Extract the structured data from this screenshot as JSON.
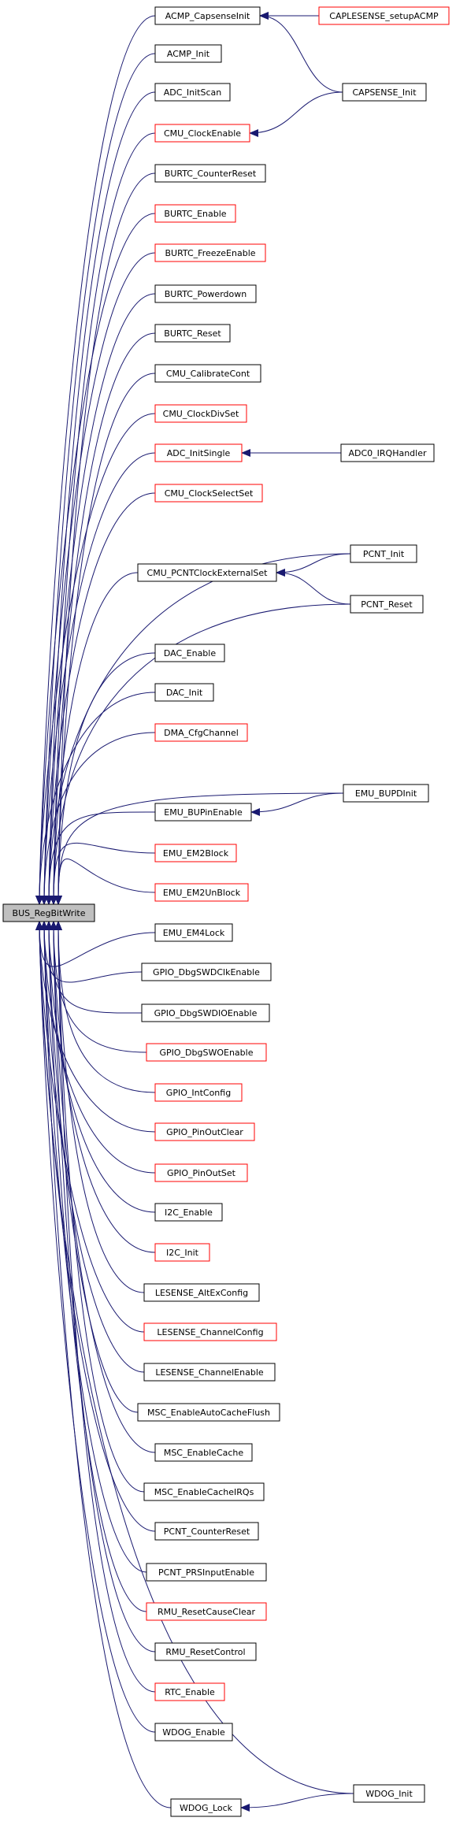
{
  "root": {
    "label": "BUS_RegBitWrite",
    "fill": "#bfbfbf"
  },
  "colors": {
    "edge": "#191970",
    "linked_border": "#000000",
    "unlinked_border": "#ff0000"
  },
  "nodes": [
    {
      "id": "acmp_capsenseinit",
      "label": "ACMP_CapsenseInit",
      "border": "black"
    },
    {
      "id": "acmp_init",
      "label": "ACMP_Init",
      "border": "black"
    },
    {
      "id": "adc_initscan",
      "label": "ADC_InitScan",
      "border": "black"
    },
    {
      "id": "cmu_clockenable",
      "label": "CMU_ClockEnable",
      "border": "red"
    },
    {
      "id": "burtc_counterreset",
      "label": "BURTC_CounterReset",
      "border": "black"
    },
    {
      "id": "burtc_enable",
      "label": "BURTC_Enable",
      "border": "red"
    },
    {
      "id": "burtc_freezeenable",
      "label": "BURTC_FreezeEnable",
      "border": "red"
    },
    {
      "id": "burtc_powerdown",
      "label": "BURTC_Powerdown",
      "border": "black"
    },
    {
      "id": "burtc_reset",
      "label": "BURTC_Reset",
      "border": "black"
    },
    {
      "id": "cmu_calibratecont",
      "label": "CMU_CalibrateCont",
      "border": "black"
    },
    {
      "id": "cmu_clockdivset",
      "label": "CMU_ClockDivSet",
      "border": "red"
    },
    {
      "id": "adc_initsingle",
      "label": "ADC_InitSingle",
      "border": "red"
    },
    {
      "id": "cmu_clockselectset",
      "label": "CMU_ClockSelectSet",
      "border": "red"
    },
    {
      "id": "cmu_pcntclockexternalset",
      "label": "CMU_PCNTClockExternalSet",
      "border": "black"
    },
    {
      "id": "dac_enable",
      "label": "DAC_Enable",
      "border": "black"
    },
    {
      "id": "dac_init",
      "label": "DAC_Init",
      "border": "black"
    },
    {
      "id": "dma_cfgchannel",
      "label": "DMA_CfgChannel",
      "border": "red"
    },
    {
      "id": "emu_bupinenable",
      "label": "EMU_BUPinEnable",
      "border": "black"
    },
    {
      "id": "emu_em2block",
      "label": "EMU_EM2Block",
      "border": "red"
    },
    {
      "id": "emu_em2unblock",
      "label": "EMU_EM2UnBlock",
      "border": "red"
    },
    {
      "id": "emu_em4lock",
      "label": "EMU_EM4Lock",
      "border": "black"
    },
    {
      "id": "gpio_dbgswdclkenable",
      "label": "GPIO_DbgSWDClkEnable",
      "border": "black"
    },
    {
      "id": "gpio_dbgswdioenable",
      "label": "GPIO_DbgSWDIOEnable",
      "border": "black"
    },
    {
      "id": "gpio_dbgswoenable",
      "label": "GPIO_DbgSWOEnable",
      "border": "red"
    },
    {
      "id": "gpio_intconfig",
      "label": "GPIO_IntConfig",
      "border": "red"
    },
    {
      "id": "gpio_pinoutclear",
      "label": "GPIO_PinOutClear",
      "border": "red"
    },
    {
      "id": "gpio_pinoutset",
      "label": "GPIO_PinOutSet",
      "border": "red"
    },
    {
      "id": "i2c_enable",
      "label": "I2C_Enable",
      "border": "black"
    },
    {
      "id": "i2c_init",
      "label": "I2C_Init",
      "border": "red"
    },
    {
      "id": "lesense_altexconfig",
      "label": "LESENSE_AltExConfig",
      "border": "black"
    },
    {
      "id": "lesense_channelconfig",
      "label": "LESENSE_ChannelConfig",
      "border": "red"
    },
    {
      "id": "lesense_channelenable",
      "label": "LESENSE_ChannelEnable",
      "border": "black"
    },
    {
      "id": "msc_enableautocacheflush",
      "label": "MSC_EnableAutoCacheFlush",
      "border": "black"
    },
    {
      "id": "msc_enablecache",
      "label": "MSC_EnableCache",
      "border": "black"
    },
    {
      "id": "msc_enablecacheirqs",
      "label": "MSC_EnableCacheIRQs",
      "border": "black"
    },
    {
      "id": "pcnt_counterreset",
      "label": "PCNT_CounterReset",
      "border": "black"
    },
    {
      "id": "pcnt_prsinputenable",
      "label": "PCNT_PRSInputEnable",
      "border": "black"
    },
    {
      "id": "rmu_resetcauseclear",
      "label": "RMU_ResetCauseClear",
      "border": "red"
    },
    {
      "id": "rmu_resetcontrol",
      "label": "RMU_ResetControl",
      "border": "black"
    },
    {
      "id": "rtc_enable",
      "label": "RTC_Enable",
      "border": "red"
    },
    {
      "id": "wdog_enable",
      "label": "WDOG_Enable",
      "border": "black"
    },
    {
      "id": "wdog_lock",
      "label": "WDOG_Lock",
      "border": "black"
    },
    {
      "id": "caplesense_setupacmp",
      "label": "CAPLESENSE_setupACMP",
      "border": "red"
    },
    {
      "id": "capsense_init",
      "label": "CAPSENSE_Init",
      "border": "black"
    },
    {
      "id": "adc0_irqhandler",
      "label": "ADC0_IRQHandler",
      "border": "black"
    },
    {
      "id": "pcnt_init",
      "label": "PCNT_Init",
      "border": "black"
    },
    {
      "id": "pcnt_reset",
      "label": "PCNT_Reset",
      "border": "black"
    },
    {
      "id": "emu_bupdinit",
      "label": "EMU_BUPDInit",
      "border": "black"
    },
    {
      "id": "wdog_init",
      "label": "WDOG_Init",
      "border": "black"
    }
  ],
  "edges": [
    {
      "from": "caplesense_setupacmp",
      "to": "acmp_capsenseinit"
    },
    {
      "from": "capsense_init",
      "to": "acmp_capsenseinit"
    },
    {
      "from": "capsense_init",
      "to": "cmu_clockenable"
    },
    {
      "from": "adc0_irqhandler",
      "to": "adc_initsingle"
    },
    {
      "from": "pcnt_init",
      "to": "cmu_pcntclockexternalset"
    },
    {
      "from": "pcnt_reset",
      "to": "cmu_pcntclockexternalset"
    },
    {
      "from": "emu_bupdinit",
      "to": "emu_bupinenable"
    },
    {
      "from": "wdog_init",
      "to": "wdog_lock"
    }
  ],
  "direct_callers": [
    "pcnt_init",
    "pcnt_reset",
    "emu_bupdinit",
    "wdog_init"
  ]
}
